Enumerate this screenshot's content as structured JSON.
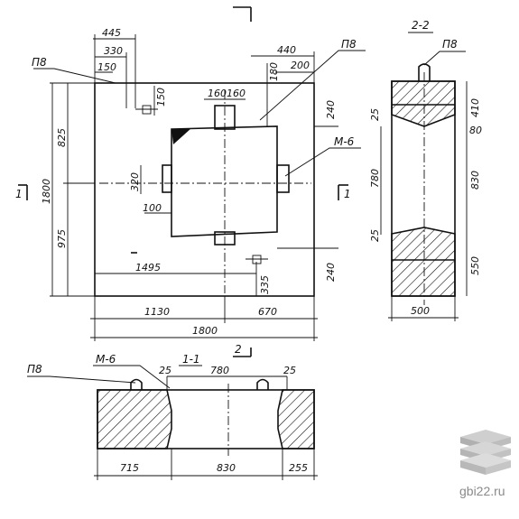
{
  "plan": {
    "dims": {
      "d445": "445",
      "d330": "330",
      "d150a": "150",
      "d150b": "150",
      "d440": "440",
      "d180": "180",
      "d200": "200",
      "d160a": "160",
      "d160b": "160",
      "d240a": "240",
      "d240b": "240",
      "d825": "825",
      "d975": "975",
      "d1800v": "1800",
      "d320": "320",
      "d100": "100",
      "d1495": "1495",
      "d335": "335",
      "d1130": "1130",
      "d670": "670",
      "d1800h": "1800"
    },
    "labels": {
      "p8_a": "П8",
      "p8_b": "П8",
      "m6": "М-6",
      "sec1_left": "1",
      "sec1_right": "1",
      "sec2_mark": "2"
    }
  },
  "section_2_2": {
    "title": "2-2",
    "p8": "П8",
    "dims": {
      "d25a": "25",
      "d410": "410",
      "d80": "80",
      "d780": "780",
      "d830": "830",
      "d25b": "25",
      "d550": "550",
      "d500": "500"
    }
  },
  "section_1_1": {
    "title": "1-1",
    "p8": "П8",
    "m6": "М-6",
    "dims": {
      "d25a": "25",
      "d780": "780",
      "d25b": "25",
      "d715": "715",
      "d830": "830",
      "d255": "255"
    }
  },
  "watermark": {
    "text": "gbi22.ru"
  }
}
